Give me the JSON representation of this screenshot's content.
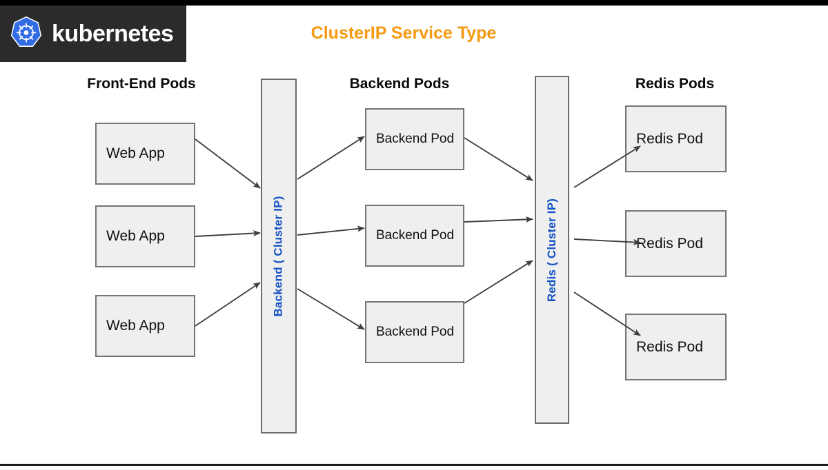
{
  "header": {
    "brand": "kubernetes",
    "logo_icon": "kubernetes-helm-wheel-icon",
    "background_color": "#2b2b2b"
  },
  "title": {
    "text": "ClusterIP Service Type",
    "color": "#f59a11"
  },
  "columns": [
    {
      "key": "frontend",
      "heading": "Front-End Pods"
    },
    {
      "key": "backend",
      "heading": "Backend Pods"
    },
    {
      "key": "redis",
      "heading": "Redis Pods"
    }
  ],
  "frontend_pods": [
    {
      "label": "Web App"
    },
    {
      "label": "Web App"
    },
    {
      "label": "Web App"
    }
  ],
  "backend_pods": [
    {
      "label": "Backend Pod"
    },
    {
      "label": "Backend Pod"
    },
    {
      "label": "Backend Pod"
    }
  ],
  "redis_pods": [
    {
      "label": "Redis Pod"
    },
    {
      "label": "Redis Pod"
    },
    {
      "label": "Redis Pod"
    }
  ],
  "services": [
    {
      "key": "backend-service",
      "label": "Backend ( Cluster IP)",
      "color": "#1353c4"
    },
    {
      "key": "redis-service",
      "label": "Redis ( Cluster IP)",
      "color": "#1353c4"
    }
  ],
  "style": {
    "box_fill": "#efefef",
    "box_border": "#757575",
    "arrow_color": "#3f3f3f",
    "text_color": "#111111"
  }
}
